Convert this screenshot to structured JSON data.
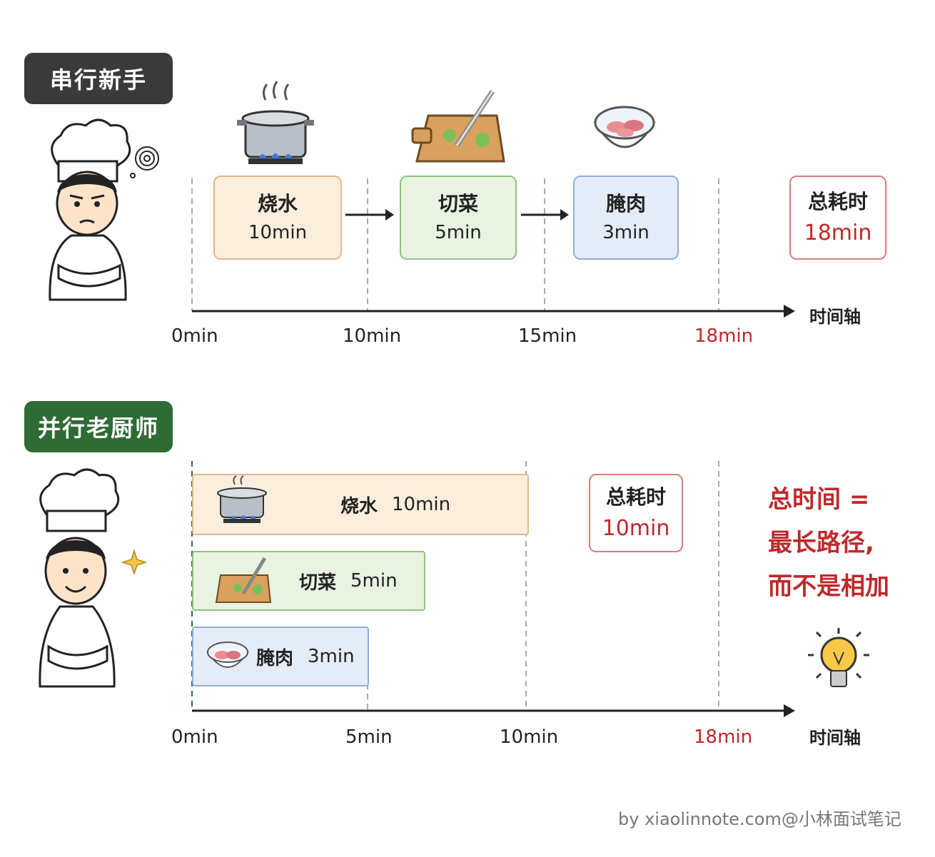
{
  "serial": {
    "tag": "串行新手",
    "tasks": [
      {
        "name": "烧水",
        "duration": "10min"
      },
      {
        "name": "切菜",
        "duration": "5min"
      },
      {
        "name": "腌肉",
        "duration": "3min"
      }
    ],
    "total": {
      "label": "总耗时",
      "value": "18min"
    },
    "axis": {
      "title": "时间轴",
      "ticks": [
        "0min",
        "10min",
        "15min",
        "18min"
      ]
    }
  },
  "parallel": {
    "tag": "并行老厨师",
    "tasks": [
      {
        "name": "烧水",
        "duration": "10min"
      },
      {
        "name": "切菜",
        "duration": "5min"
      },
      {
        "name": "腌肉",
        "duration": "3min"
      }
    ],
    "total": {
      "label": "总耗时",
      "value": "10min"
    },
    "axis": {
      "title": "时间轴",
      "ticks": [
        "0min",
        "5min",
        "10min",
        "18min"
      ]
    }
  },
  "insight": {
    "line1": "总时间 =",
    "line2": "最长路径,",
    "line3": "而不是相加"
  },
  "colors": {
    "serial_tag": "#3a3a3a",
    "parallel_tag": "#2f6b34",
    "water": "#fbeedd",
    "veg": "#e8f3e2",
    "meat": "#e4ecf8",
    "highlight": "#c0282b"
  },
  "watermark": "by xiaolinnote.com@小林面试笔记"
}
